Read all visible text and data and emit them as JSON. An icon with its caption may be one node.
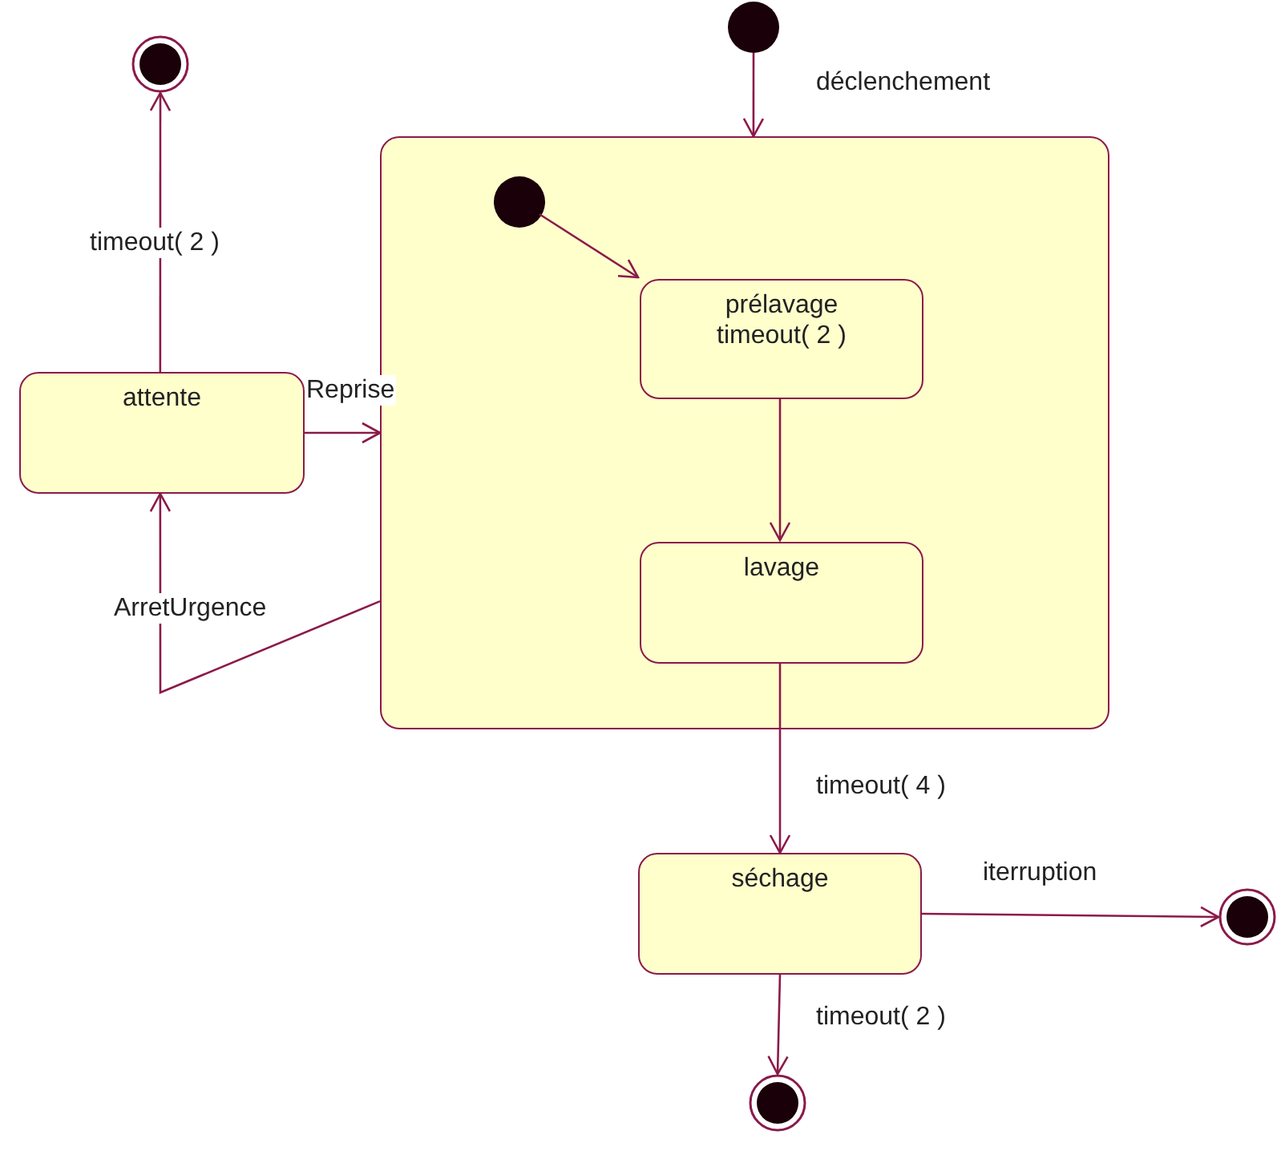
{
  "diagram": {
    "nodes": [
      {
        "text": [],
        "shape": "circle"
      },
      {
        "text": [],
        "shape": "box"
      },
      {
        "text": [],
        "shape": "circle",
        "in": 1
      },
      {
        "text": [
          "prélavage",
          "timeout( 2 )"
        ],
        "in": 1
      },
      {
        "text": [
          "lavage"
        ],
        "in": 1
      },
      {
        "text": [],
        "shape": "circle"
      },
      {
        "text": [
          "attente"
        ]
      },
      {
        "text": [
          "séchage"
        ]
      },
      {
        "text": [],
        "shape": "circle"
      },
      {
        "text": [],
        "shape": "circle"
      }
    ],
    "edges": [
      {
        "from": 0,
        "to": 1,
        "arrow": "to",
        "label": "déclenchement"
      },
      {
        "from": 2,
        "to": 3,
        "arrow": "to"
      },
      {
        "from": 3,
        "to": 4,
        "arrow": "to"
      },
      {
        "from": 6,
        "to": 5,
        "arrow": "to",
        "label": "timeout( 2 )"
      },
      {
        "from": 6,
        "to": 1,
        "arrow": "to",
        "label": "Reprise"
      },
      {
        "from": 1,
        "to": 6,
        "arrow": "to",
        "label": "ArretUrgence"
      },
      {
        "from": 4,
        "to": 7,
        "arrow": "to",
        "label": "timeout( 4 )"
      },
      {
        "from": 7,
        "to": 8,
        "arrow": "to",
        "label": "iterruption"
      },
      {
        "from": 7,
        "to": 9,
        "arrow": "to",
        "label": "timeout( 2 )"
      }
    ]
  }
}
